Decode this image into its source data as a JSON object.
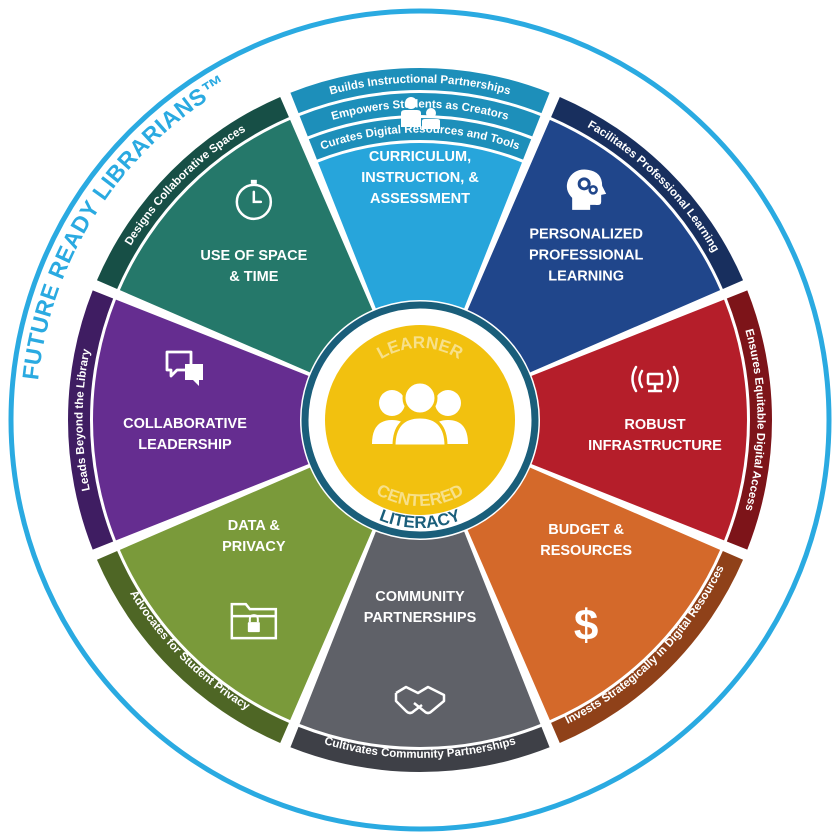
{
  "brand": "FUTURE READY LIBRARIANS™",
  "center": {
    "top": "LEARNER",
    "bottom": "CENTERED",
    "ring": "LITERACY"
  },
  "colors": {
    "outer_ring": "#2aaae1",
    "center_ring": "#1a5e7a",
    "center_fill": "#f2c10f",
    "center_text": "#f7e08a"
  },
  "segments": [
    {
      "id": "curriculum",
      "title": [
        "CURRICULUM,",
        "INSTRUCTION, &",
        "ASSESSMENT"
      ],
      "color": "#27a5db",
      "band_color": "#1d8fba",
      "icon": "teacher-student-icon",
      "bands": [
        "Curates Digital Resources and Tools",
        "Empowers Students as Creators",
        "Builds Instructional Partnerships"
      ]
    },
    {
      "id": "professional",
      "title": [
        "PERSONALIZED",
        "PROFESSIONAL",
        "LEARNING"
      ],
      "color": "#20468b",
      "band_color": "#182f5e",
      "icon": "head-gears-icon",
      "bands": [
        "Facilitates Professional Learning"
      ]
    },
    {
      "id": "infrastructure",
      "title": [
        "ROBUST",
        "INFRASTRUCTURE"
      ],
      "color": "#b51e2a",
      "band_color": "#7d1419",
      "icon": "network-signal-icon",
      "bands": [
        "Ensures Equitable Digital Access"
      ]
    },
    {
      "id": "budget",
      "title": [
        "BUDGET &",
        "RESOURCES"
      ],
      "color": "#d4692a",
      "band_color": "#8f4119",
      "icon": "dollar-icon",
      "bands": [
        "Invests Strategically in Digital Resources"
      ]
    },
    {
      "id": "community",
      "title": [
        "COMMUNITY",
        "PARTNERSHIPS"
      ],
      "color": "#5f6168",
      "band_color": "#3e4047",
      "icon": "handshake-icon",
      "bands": [
        "Cultivates Community Partnerships"
      ]
    },
    {
      "id": "data",
      "title": [
        "DATA &",
        "PRIVACY"
      ],
      "color": "#7a9a3a",
      "band_color": "#4e6625",
      "icon": "locked-folder-icon",
      "bands": [
        "Advocates for Student Privacy"
      ]
    },
    {
      "id": "leadership",
      "title": [
        "COLLABORATIVE",
        "LEADERSHIP"
      ],
      "color": "#652d90",
      "band_color": "#3f1d62",
      "icon": "chat-bubbles-icon",
      "bands": [
        "Leads Beyond the Library"
      ]
    },
    {
      "id": "space",
      "title": [
        "USE OF SPACE",
        "& TIME"
      ],
      "color": "#25786a",
      "band_color": "#174f46",
      "icon": "clock-icon",
      "bands": [
        "Designs Collaborative Spaces"
      ]
    }
  ]
}
